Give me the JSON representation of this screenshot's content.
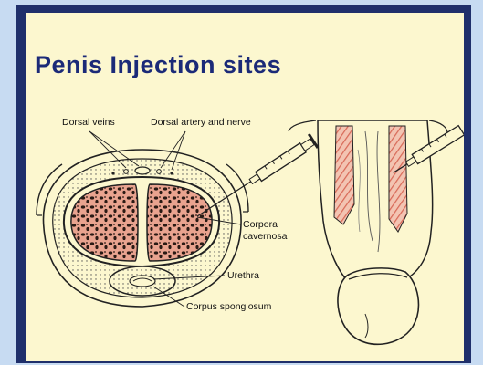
{
  "title": "Penis Injection sites",
  "labels": {
    "dorsal_veins": "Dorsal veins",
    "dorsal_artery_nerve": "Dorsal artery and nerve",
    "corpora_cavernosa": "Corpora\ncavernosa",
    "urethra": "Urethra",
    "corpus_spongiosum": "Corpus spongiosum"
  },
  "colors": {
    "page_background": "#c7dbf2",
    "frame": "#1f2f6b",
    "panel": "#fcf7cf",
    "title": "#1b2a78",
    "tissue": "#e9a38f",
    "hatch": "#d86a58"
  }
}
